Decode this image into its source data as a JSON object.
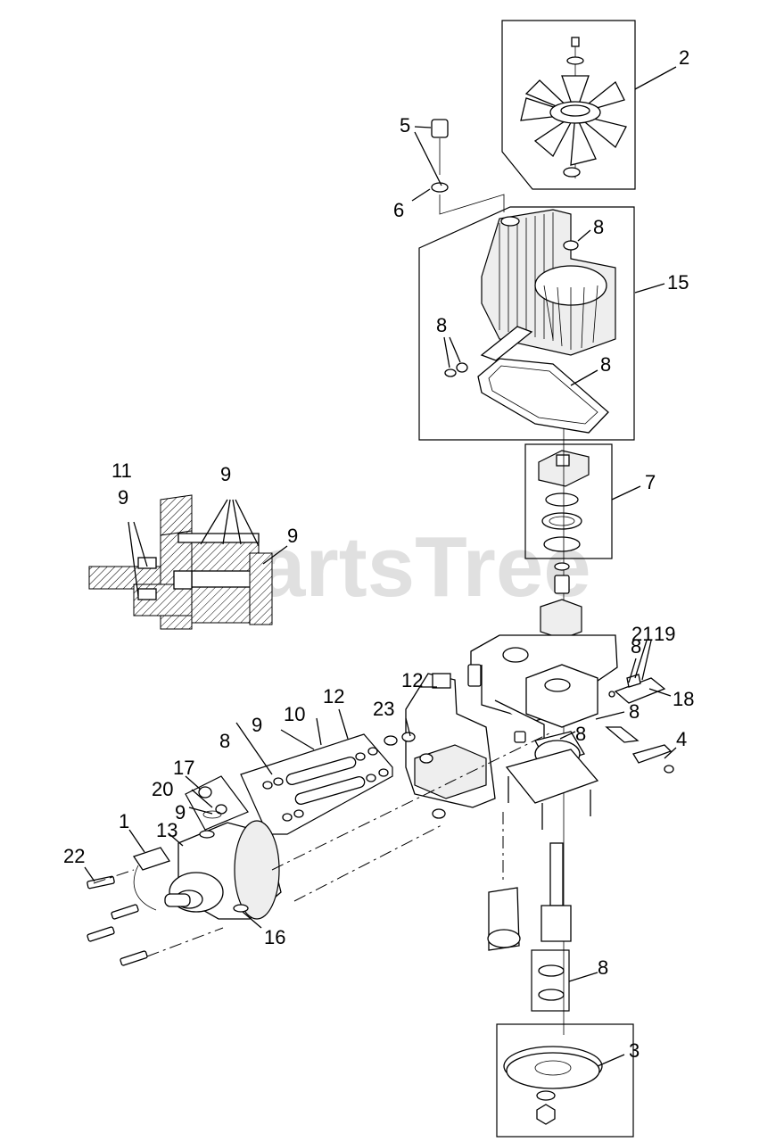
{
  "watermark": "PartsTree",
  "callouts": {
    "c1": "1",
    "c2": "2",
    "c3": "3",
    "c4": "4",
    "c5": "5",
    "c6": "6",
    "c7": "7",
    "c8_top": "8",
    "c8_cover_a": "8",
    "c8_gasket": "8",
    "c8_right_a": "8",
    "c8_right_b": "8",
    "c8_right_c": "8",
    "c8_left": "8",
    "c8_bottom": "8",
    "c9_inset_a": "9",
    "c9_inset_b": "9",
    "c9_inset_c": "9",
    "c9_tube": "9",
    "c9_left": "9",
    "c10": "10",
    "c11": "11",
    "c12_a": "12",
    "c12_b": "12",
    "c13": "13",
    "c15": "15",
    "c16": "16",
    "c17": "17",
    "c18": "18",
    "c19": "19",
    "c20": "20",
    "c21": "21",
    "c22": "22",
    "c23": "23"
  }
}
